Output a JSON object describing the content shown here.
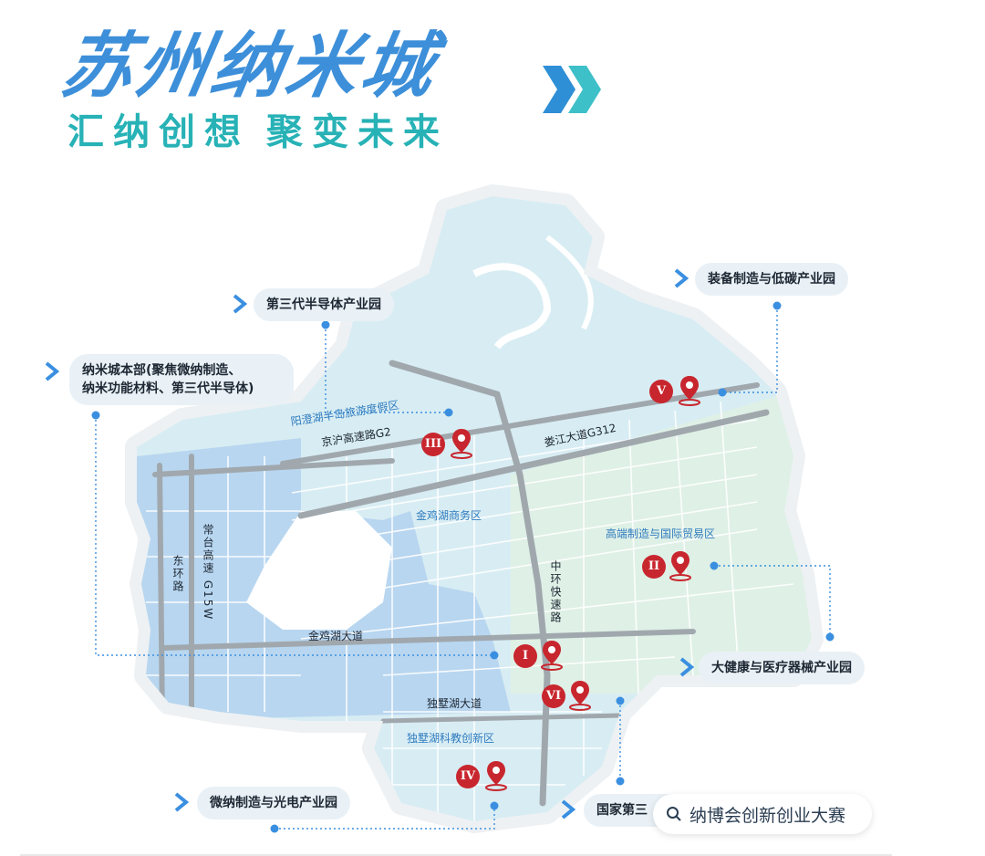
{
  "header": {
    "title": "苏州纳米城",
    "subtitle_left": "汇纳创想",
    "subtitle_right": "聚变未来",
    "title_color": "#3d8fd9",
    "subtitle_color": "#27b2b6",
    "chevron_icon": "double-chevron-right-icon"
  },
  "callouts": [
    {
      "id": "hq",
      "line1": "纳米城本部(聚焦微纳制造、",
      "line2": "纳米功能材料、第三代半导体)"
    },
    {
      "id": "semiconductor",
      "line1": "第三代半导体产业园"
    },
    {
      "id": "equipment",
      "line1": "装备制造与低碳产业园"
    },
    {
      "id": "health",
      "line1": "大健康与医疗器械产业园"
    },
    {
      "id": "micro",
      "line1": "微纳制造与光电产业园"
    },
    {
      "id": "national",
      "line1": "国家第三"
    }
  ],
  "map_labels": {
    "yangcheng": "阳澄湖半岛旅游度假区",
    "g2": "京沪高速路G2",
    "g312": "娄江大道G312",
    "jinjihu_business": "金鸡湖商务区",
    "high_end": "高端制造与国际贸易区",
    "ring_expressway": "中环快速路",
    "changtai": "常台高速 G15W",
    "east_ring": "东环路",
    "jinjihu_avenue": "金鸡湖大道",
    "dushuhu_avenue": "独墅湖大道",
    "dushuhu_sci": "独墅湖科教创新区"
  },
  "pins": [
    {
      "id": "I",
      "label": "I"
    },
    {
      "id": "II",
      "label": "II"
    },
    {
      "id": "III",
      "label": "III"
    },
    {
      "id": "IV",
      "label": "IV"
    },
    {
      "id": "V",
      "label": "V"
    },
    {
      "id": "VI",
      "label": "VI"
    }
  ],
  "colors": {
    "pin_red": "#c8262e",
    "connector_blue": "#3b8fe0",
    "map_light": "#d8edf3",
    "map_blue": "#b8d6f0",
    "map_green": "#dff0e6",
    "road": "#a0a8ae"
  },
  "search": {
    "icon": "search-icon",
    "text": "纳博会创新创业大赛"
  }
}
